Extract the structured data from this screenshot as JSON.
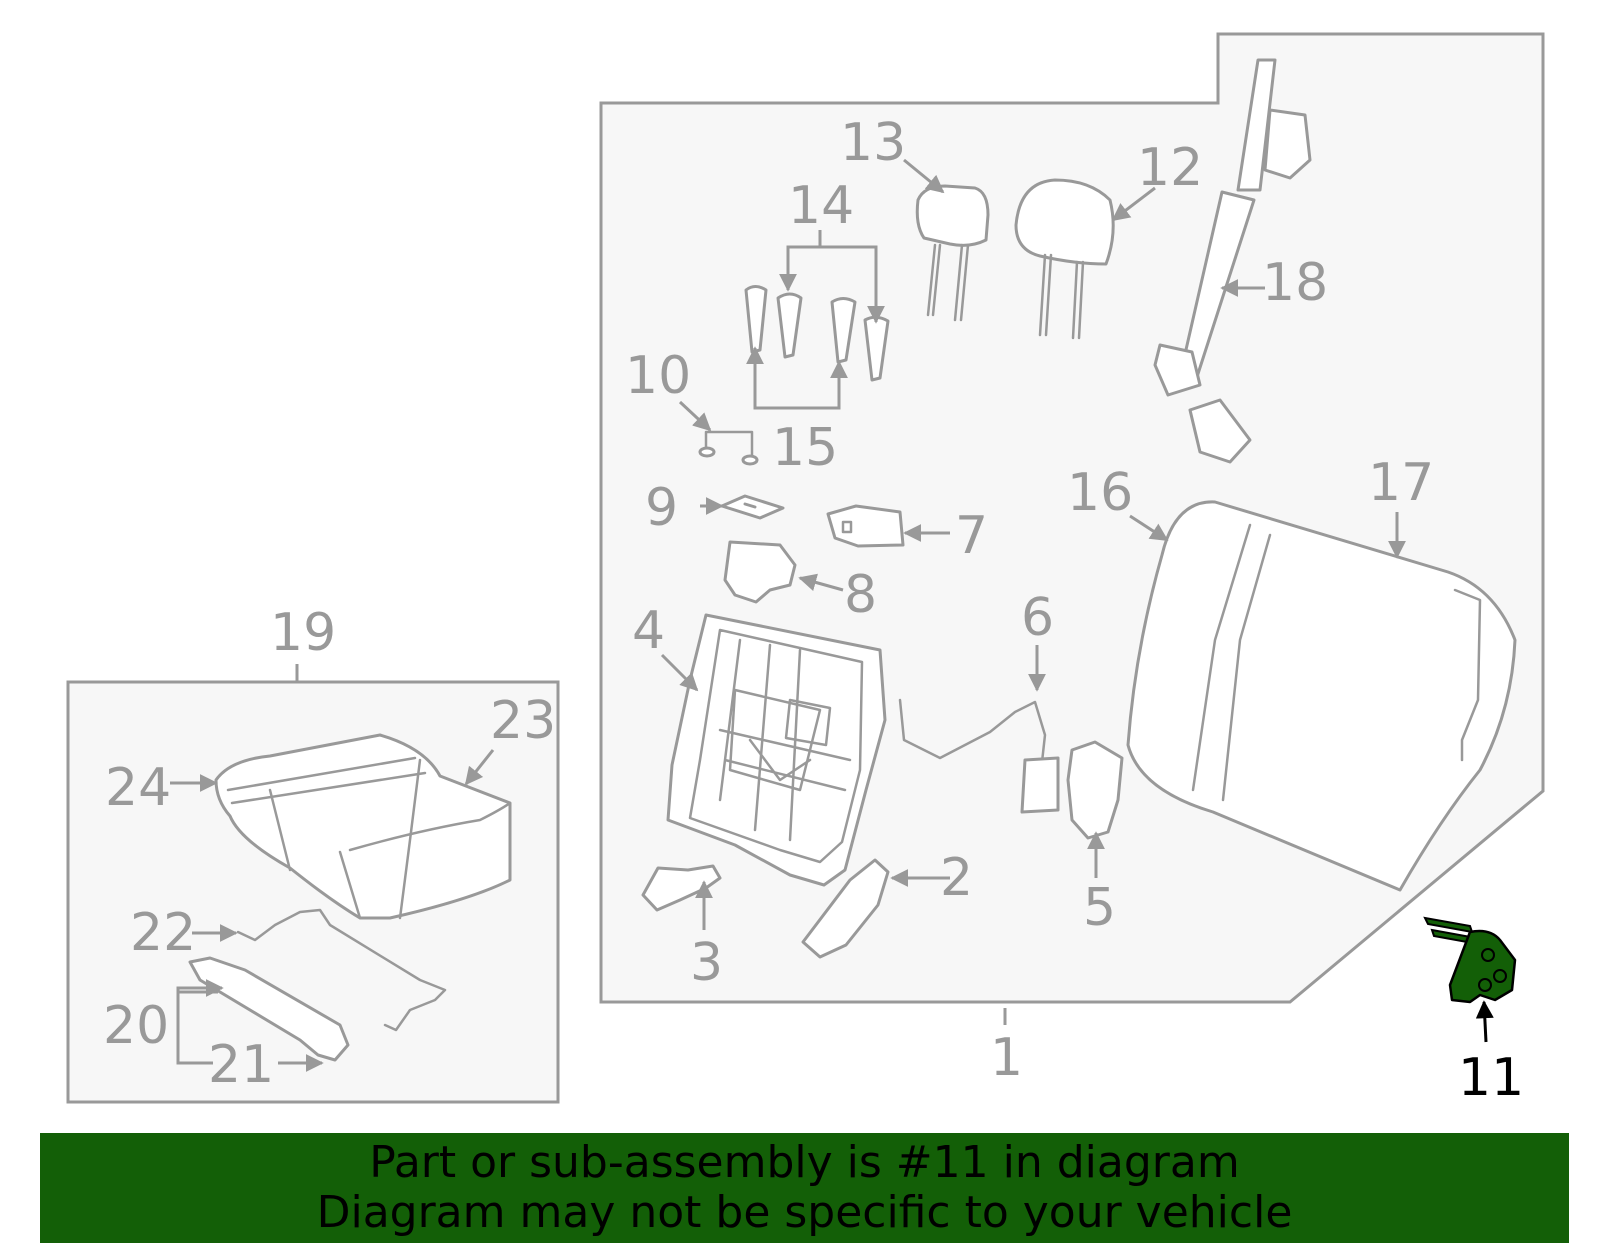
{
  "banner": {
    "line1": "Part or sub-assembly is #11 in diagram",
    "line2": "Diagram may not be specific to your vehicle"
  },
  "highlight_color": "#135f07",
  "highlighted_part": "11",
  "callouts": {
    "c1": "1",
    "c2": "2",
    "c3": "3",
    "c4": "4",
    "c5": "5",
    "c6": "6",
    "c7": "7",
    "c8": "8",
    "c9": "9",
    "c10": "10",
    "c11": "11",
    "c12": "12",
    "c13": "13",
    "c14": "14",
    "c15": "15",
    "c16": "16",
    "c17": "17",
    "c18": "18",
    "c19": "19",
    "c20": "20",
    "c21": "21",
    "c22": "22",
    "c23": "23",
    "c24": "24"
  }
}
